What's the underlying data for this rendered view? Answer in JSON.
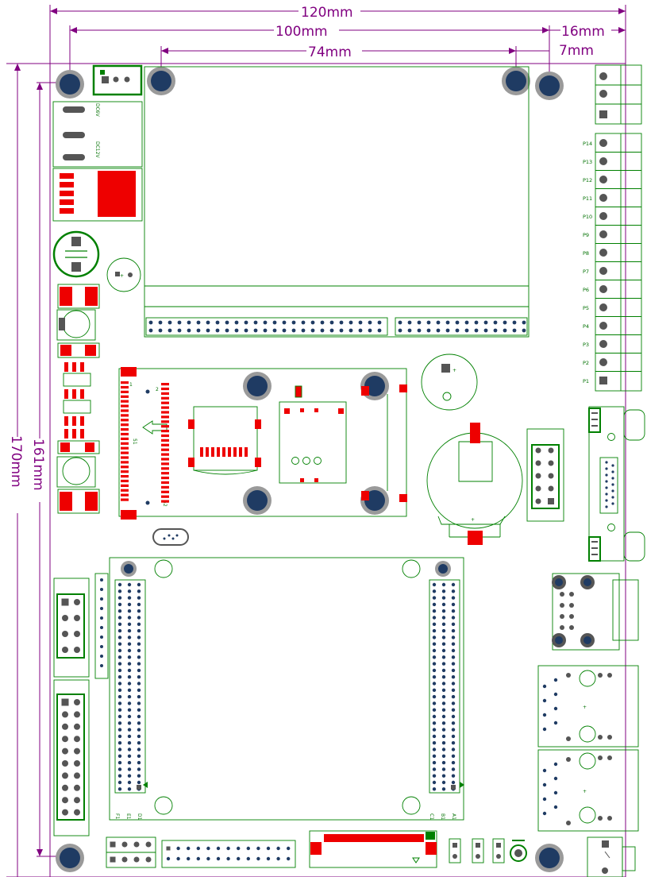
{
  "dimensions": {
    "width_total": "120mm",
    "hole_spacing_wide": "100mm",
    "hole_spacing_narrow": "74mm",
    "right_offset_16": "16mm",
    "right_offset_7": "7mm",
    "height_total": "170mm",
    "height_inner": "161mm"
  },
  "labels": {
    "power_dc6v": "DC6V",
    "power_dc12v": "DC12V",
    "socket_1": "1",
    "socket_2": "2",
    "socket_51": "51",
    "socket_52": "52",
    "coin_plus": "+",
    "buzzer_plus": "+",
    "module_pins_left": [
      "F1",
      "E1",
      "D1"
    ],
    "module_pins_right": [
      "C1",
      "B1",
      "A1"
    ]
  },
  "terminal_pins": [
    "P14",
    "P13",
    "P12",
    "P11",
    "P10",
    "P9",
    "P8",
    "P7",
    "P6",
    "P5",
    "P4",
    "P3",
    "P2",
    "P1"
  ],
  "colors": {
    "silkscreen": "#008000",
    "pad_red": "#ee0000",
    "dimension": "#800080",
    "hole_outer": "#9a9a9a",
    "hole_inner": "#1f3b63"
  }
}
